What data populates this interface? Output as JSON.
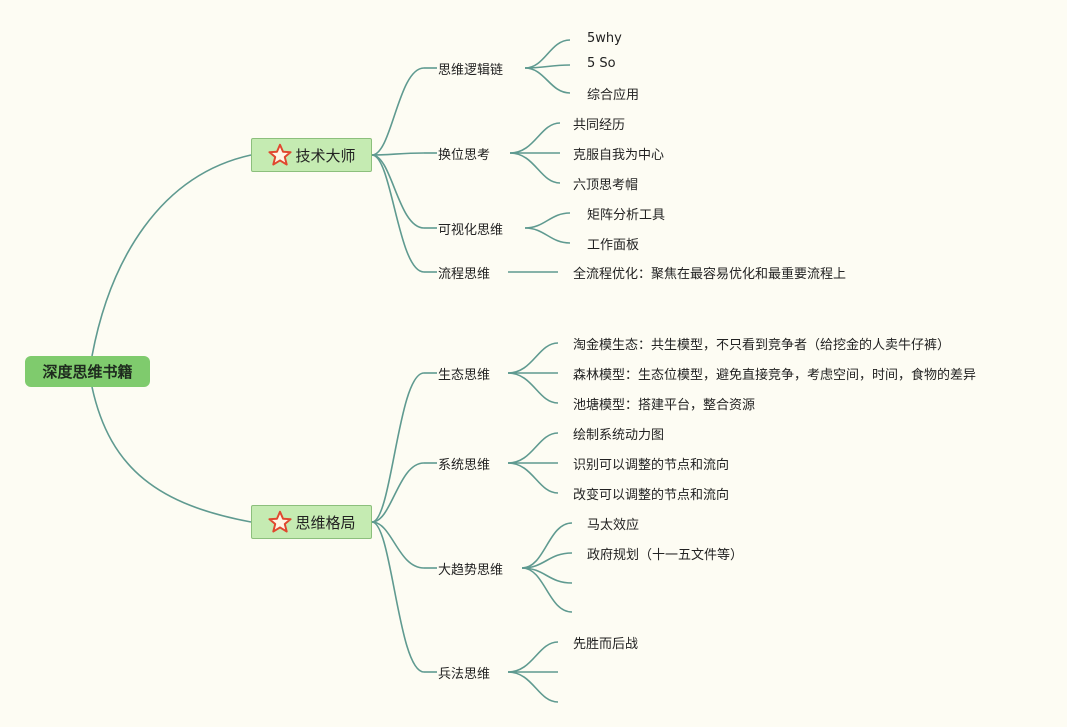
{
  "root": {
    "label": "深度思维书籍"
  },
  "branches": [
    {
      "label": "技术大师",
      "icon": "star-icon",
      "subs": [
        {
          "label": "思维逻辑链",
          "leaves": [
            "5why",
            "5 So",
            "综合应用"
          ]
        },
        {
          "label": "换位思考",
          "leaves": [
            "共同经历",
            "克服自我为中心",
            "六顶思考帽"
          ]
        },
        {
          "label": "可视化思维",
          "leaves": [
            "矩阵分析工具",
            "工作面板"
          ]
        },
        {
          "label": "流程思维",
          "leaves": [
            "全流程优化：聚焦在最容易优化和最重要流程上"
          ]
        }
      ]
    },
    {
      "label": "思维格局",
      "icon": "star-icon",
      "subs": [
        {
          "label": "生态思维",
          "leaves": [
            "淘金模生态：共生模型，不只看到竞争者（给挖金的人卖牛仔裤）",
            "森林模型：生态位模型，避免直接竞争，考虑空间，时间，食物的差异",
            "池塘模型：搭建平台，整合资源"
          ]
        },
        {
          "label": "系统思维",
          "leaves": [
            "绘制系统动力图",
            "识别可以调整的节点和流向",
            "改变可以调整的节点和流向"
          ]
        },
        {
          "label": "大趋势思维",
          "leaves": [
            "马太效应",
            "政府规划（十一五文件等）",
            "",
            ""
          ]
        },
        {
          "label": "兵法思维",
          "leaves": [
            "先胜而后战",
            "",
            ""
          ]
        }
      ]
    }
  ],
  "colors": {
    "connector": "#5f9a90",
    "root_fill": "#7fcb6d",
    "branch_fill": "#c5ebb2",
    "star": "#e0472e"
  }
}
